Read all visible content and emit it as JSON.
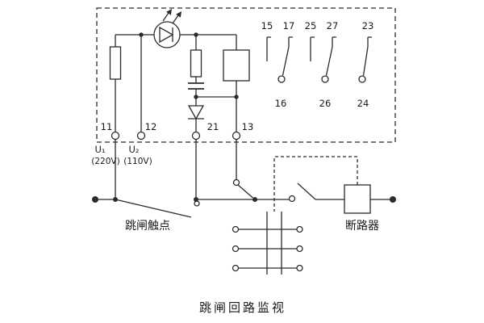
{
  "diagram": {
    "caption": "跳闸回路监视",
    "labels": {
      "trip_contact": "跳闸触点",
      "breaker": "断路器"
    },
    "terminals": {
      "t11": "11",
      "t12": "12",
      "t21": "21",
      "t13": "13"
    },
    "supply": {
      "u1": "U₁",
      "u1_voltage": "(220V)",
      "u2": "U₂",
      "u2_voltage": "(110V)"
    },
    "contacts_top": [
      "15",
      "17",
      "25",
      "27",
      "23"
    ],
    "contacts_bottom": [
      "16",
      "26",
      "24"
    ],
    "colors": {
      "line": "#2b2b2b",
      "background": "#ffffff"
    }
  }
}
